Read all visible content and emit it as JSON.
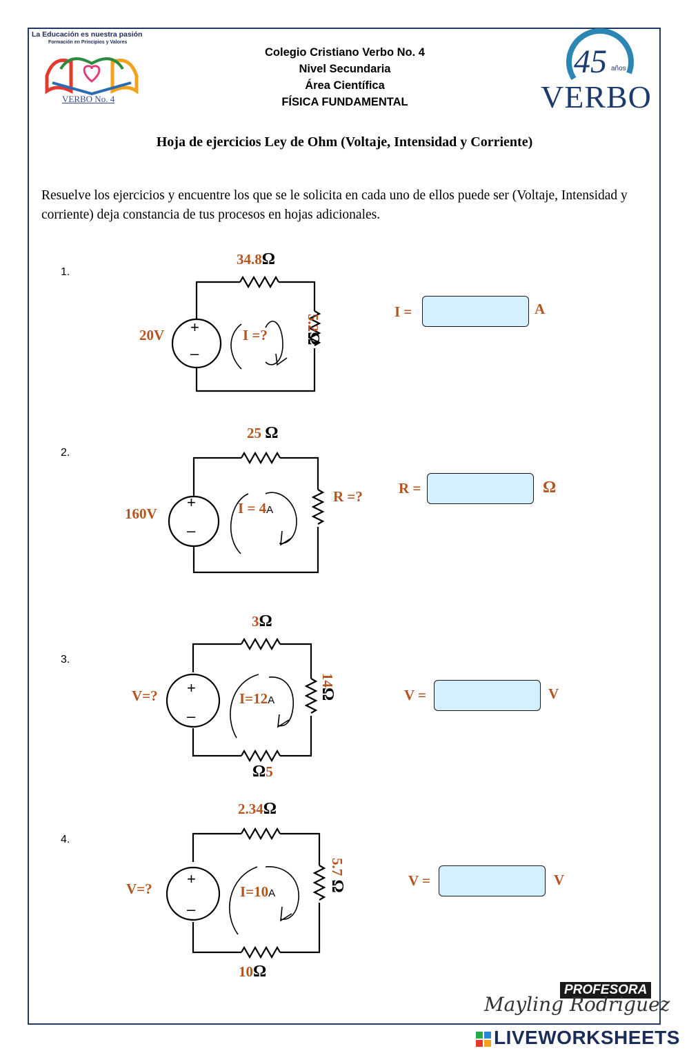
{
  "header": {
    "school": "Colegio Cristiano Verbo No. 4",
    "level": "Nivel Secundaria",
    "area": "Área Científica",
    "subject": "FÍSICA FUNDAMENTAL",
    "left_logo_tagline": "La Educación es nuestra pasión",
    "left_logo_subtagline": "Formación en Principios y Valores",
    "left_logo_name": "VERBO No. 4",
    "right_logo_name": "VERBO",
    "right_logo_years": "45",
    "right_logo_anos": "años"
  },
  "title": "Hoja de ejercicios Ley de Ohm (Voltaje, Intensidad y Corriente)",
  "intro": "Resuelve los ejercicios y encuentre los que se le solicita en cada uno de ellos puede ser (Voltaje, Intensidad y corriente) deja constancia de tus procesos en hojas adicionales.",
  "exercises": [
    {
      "number": "1.",
      "top_resistor": "34.8",
      "right_resistor": "5.2",
      "source": "20V",
      "current": "I =?",
      "answer_label": "I =",
      "answer_unit": "A",
      "answer_value": ""
    },
    {
      "number": "2.",
      "top_resistor": "25",
      "right_resistor": "R =?",
      "source": "160V",
      "current": "I = 4",
      "current_unit": "A",
      "answer_label": "R =",
      "answer_unit": "Ω",
      "answer_value": ""
    },
    {
      "number": "3.",
      "top_resistor": "3",
      "right_resistor": "14",
      "bottom_resistor": "5",
      "source": "V=?",
      "current": "I=12",
      "current_unit": "A",
      "answer_label": "V =",
      "answer_unit": "V",
      "answer_value": ""
    },
    {
      "number": "4.",
      "top_resistor": "2.34",
      "right_resistor": "5.7",
      "bottom_resistor": "10",
      "source": "V=?",
      "current": "I=10",
      "current_unit": "A",
      "answer_label": "V =",
      "answer_unit": "V",
      "answer_value": ""
    }
  ],
  "ohm_symbol": "Ω",
  "plus_symbol": "+",
  "minus_symbol": "–",
  "footer": {
    "badge": "PROFESORA",
    "signature": "Mayling Rodriguez",
    "brand": "LIVEWORKSHEETS"
  },
  "colors": {
    "accent": "#b5541e",
    "answer_fill": "#d4efff",
    "frame": "#1f3864"
  }
}
